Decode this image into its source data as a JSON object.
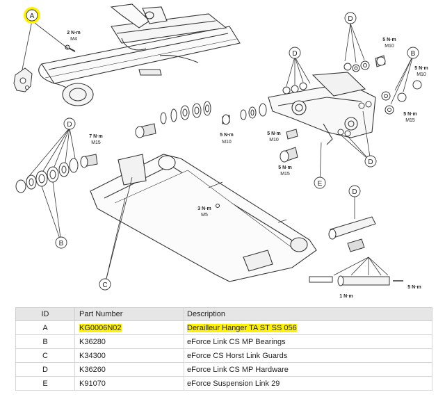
{
  "callouts": [
    "A",
    "B",
    "C",
    "D",
    "E"
  ],
  "torques": [
    {
      "value": "2 N·m",
      "bolt": "M4"
    },
    {
      "value": "5 N·m",
      "bolt": "M10"
    },
    {
      "value": "5 N·m",
      "bolt": "M10"
    },
    {
      "value": "5 N·m",
      "bolt": "M10"
    },
    {
      "value": "5 N·m",
      "bolt": "M10"
    },
    {
      "value": "7 N·m",
      "bolt": "M15"
    },
    {
      "value": "5 N·m",
      "bolt": "M15"
    },
    {
      "value": "3 N·m",
      "bolt": "M5"
    },
    {
      "value": "5 N·m",
      "bolt": "M15"
    },
    {
      "value": "5 N·m",
      "bolt": ""
    },
    {
      "value": "1 N·m",
      "bolt": ""
    }
  ],
  "table": {
    "headers": [
      "ID",
      "Part Number",
      "Description"
    ],
    "rows": [
      {
        "id": "A",
        "part": "KG0006N02",
        "desc": "Derailleur Hanger TA ST SS 056"
      },
      {
        "id": "B",
        "part": "K36280",
        "desc": "eForce Link CS MP Bearings"
      },
      {
        "id": "C",
        "part": "K34300",
        "desc": "eForce CS Horst Link Guards"
      },
      {
        "id": "D",
        "part": "K36260",
        "desc": "eForce Link CS MP Hardware"
      },
      {
        "id": "E",
        "part": "K91070",
        "desc": "eForce Suspension Link 29"
      }
    ],
    "highlight_color": "#fff200"
  }
}
